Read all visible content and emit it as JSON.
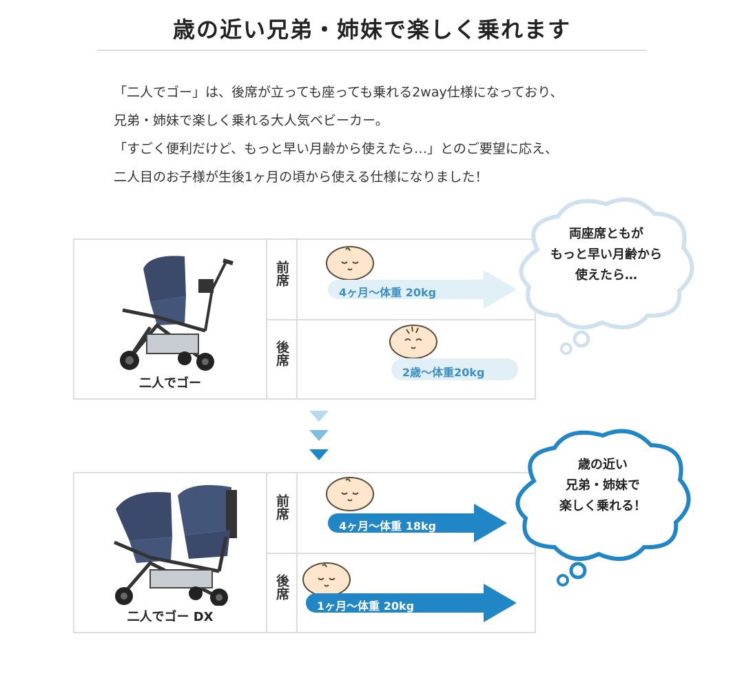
{
  "heading": "歳の近い兄弟・姉妹で楽しく乗れます",
  "intro": [
    "「二人でゴー」は、後席が立っても座っても乗れる2way仕様になっており、",
    "兄弟・姉妹で楽しく乗れる大人気ベビーカー。",
    "「すごく便利だけど、もっと早い月齢から使えたら…」とのご要望に応え、",
    "二人目のお子様が生後1ヶ月の頃から使える仕様になりました！"
  ],
  "products": [
    {
      "name": "二人でゴー",
      "front_label": "前席",
      "rear_label": "後席",
      "front_range": "4ヶ月〜体重 20kg",
      "rear_range": "2歳〜体重20kg"
    },
    {
      "name": "二人でゴー DX",
      "front_label": "前席",
      "rear_label": "後席",
      "front_range": "4ヶ月〜体重 18kg",
      "rear_range": "1ヶ月〜体重 20kg"
    }
  ],
  "clouds": [
    {
      "lines": [
        "両座席ともが",
        "もっと早い月齢から",
        "使えたら…"
      ]
    },
    {
      "lines": [
        "歳の近い",
        "兄弟・姉妹で",
        "楽しく乗れる！"
      ]
    }
  ],
  "colors": {
    "pale_arrow": "#e1eff7",
    "pale_text": "#3d8fc4",
    "strong_arrow": "#2186c6",
    "strong_text": "#ffffff",
    "cloud_pale_border": "#cfe1ee",
    "cloud_strong_border": "#2186c6",
    "face_fill": "#fde6cb",
    "face_stroke": "#5a4a3a",
    "stroller_fabric": "#3b4a6b"
  }
}
